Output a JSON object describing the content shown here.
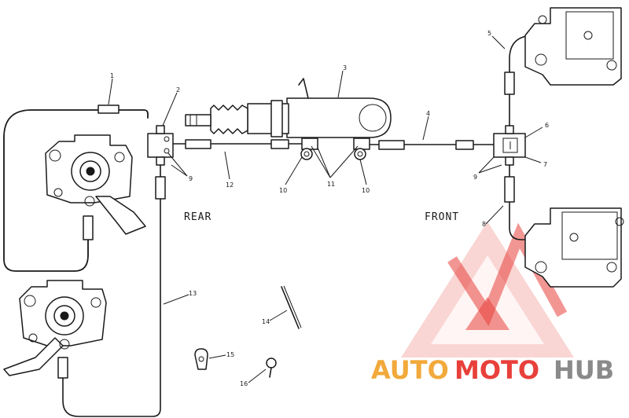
{
  "labels": {
    "rear": "REAR",
    "front": "FRONT"
  },
  "callouts": {
    "c1": "1",
    "c2": "2",
    "c3": "3",
    "c4": "4",
    "c5": "5",
    "c6": "6",
    "c7": "7",
    "c8": "8",
    "c9a": "9",
    "c9b": "9",
    "c10a": "10",
    "c10b": "10",
    "c11": "11",
    "c12": "12",
    "c13": "13",
    "c14": "14",
    "c15": "15",
    "c16": "16"
  },
  "watermark": {
    "auto": "AUTO",
    "moto": "MOTO",
    "hub": "HUB"
  },
  "colors": {
    "logo_red": "#e8403a",
    "logo_orange": "#f2a93b",
    "logo_gray": "#8a8a8a",
    "line": "#1a1a1a"
  }
}
